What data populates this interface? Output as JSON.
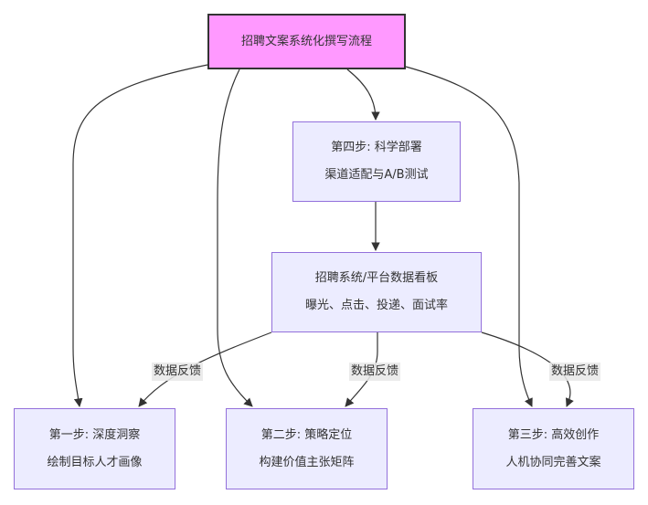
{
  "diagram": {
    "type": "flowchart",
    "colors": {
      "root_fill": "#ff99ff",
      "root_stroke": "#333333",
      "node_fill": "#ececff",
      "node_stroke": "#9370db",
      "edge": "#333333",
      "label_bg": "#e8e8e8"
    },
    "nodes": {
      "root": {
        "lines": [
          "招聘文案系统化撰写流程"
        ]
      },
      "step4": {
        "lines": [
          "第四步: 科学部署",
          "渠道适配与A/B测试"
        ]
      },
      "dashboard": {
        "lines": [
          "招聘系统/平台数据看板",
          "曝光、点击、投递、面试率"
        ]
      },
      "step1": {
        "lines": [
          "第一步: 深度洞察",
          "绘制目标人才画像"
        ]
      },
      "step2": {
        "lines": [
          "第二步: 策略定位",
          "构建价值主张矩阵"
        ]
      },
      "step3": {
        "lines": [
          "第三步: 高效创作",
          "人机协同完善文案"
        ]
      }
    },
    "edges": [
      {
        "from": "root",
        "to": "step1",
        "label": ""
      },
      {
        "from": "root",
        "to": "step2",
        "label": ""
      },
      {
        "from": "root",
        "to": "step4",
        "label": ""
      },
      {
        "from": "root",
        "to": "step3",
        "label": ""
      },
      {
        "from": "step4",
        "to": "dashboard",
        "label": ""
      },
      {
        "from": "dashboard",
        "to": "step1",
        "label": "数据反馈"
      },
      {
        "from": "dashboard",
        "to": "step2",
        "label": "数据反馈"
      },
      {
        "from": "dashboard",
        "to": "step3",
        "label": "数据反馈"
      }
    ]
  }
}
